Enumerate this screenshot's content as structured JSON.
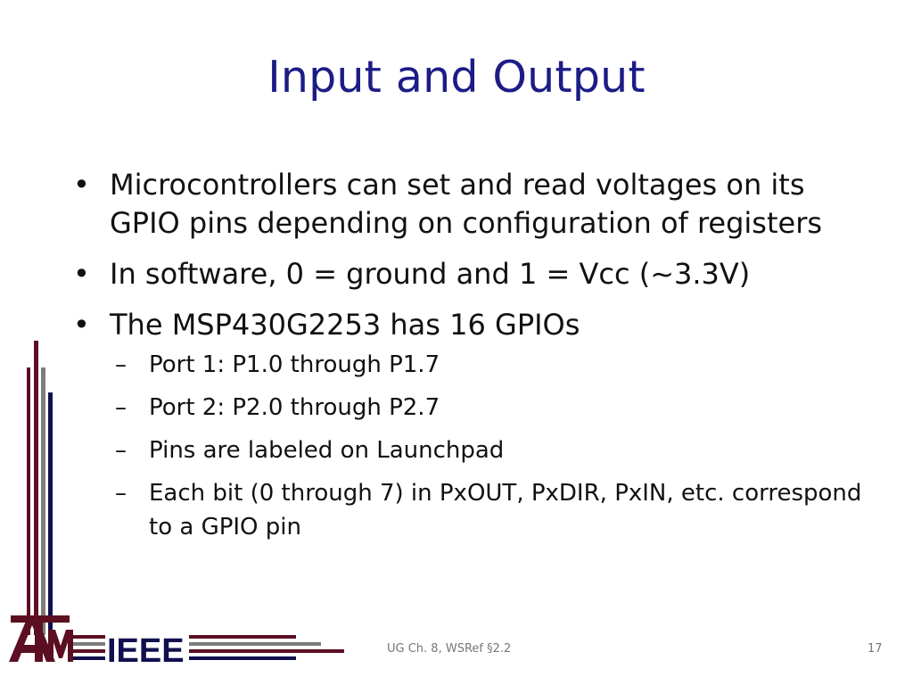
{
  "slide": {
    "title": "Input and Output",
    "bullets": [
      {
        "text": "Microcontrollers can set and read voltages on its GPIO pins depending on configuration of registers",
        "level": 1
      },
      {
        "text": "In software, 0 = ground and 1 = Vcc (~3.3V)",
        "level": 1
      },
      {
        "text": "The MSP430G2253 has 16 GPIOs",
        "level": 1
      },
      {
        "text": "Port 1: P1.0 through P1.7",
        "level": 2
      },
      {
        "text": "Port 2: P2.0 through P2.7",
        "level": 2
      },
      {
        "text": "Pins are labeled on Launchpad",
        "level": 2
      },
      {
        "text": "Each bit (0 through 7) in PxOUT, PxDIR, PxIN, etc. correspond to a GPIO pin",
        "level": 2
      }
    ],
    "bullet_glyph": "•",
    "dash_glyph": "–",
    "footer": {
      "reference": "UG Ch. 8, WSRef §2.2",
      "page_number": "17"
    },
    "logo": {
      "lettering": "ATMIEEE",
      "colors": {
        "maroon": "#5c0f22",
        "gray": "#7d7d7d",
        "navy": "#10104f"
      }
    },
    "colors": {
      "title": "#1c1c86",
      "body_text": "#111111",
      "footer_text": "#777777"
    }
  }
}
